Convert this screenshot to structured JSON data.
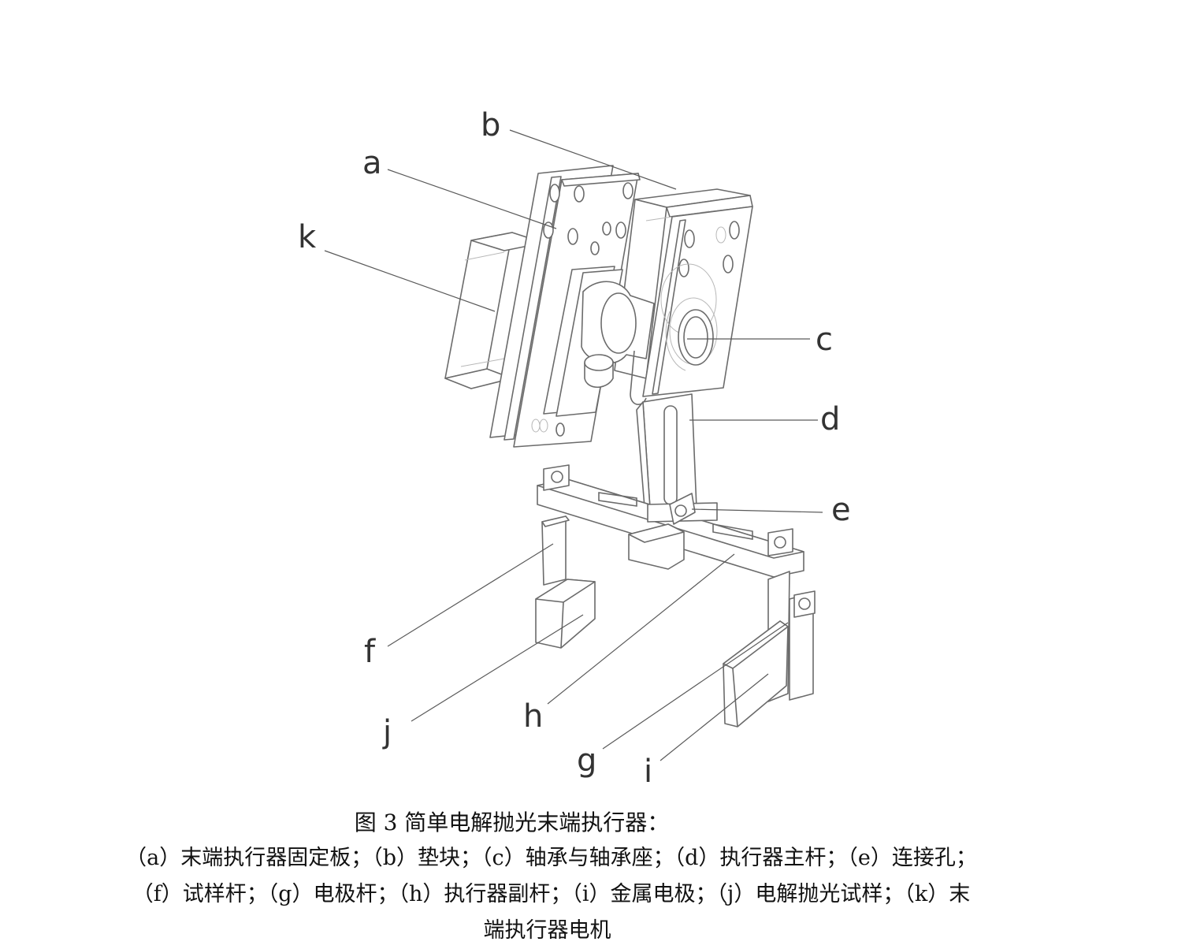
{
  "figure": {
    "labels": {
      "a": "a",
      "b": "b",
      "c": "c",
      "d": "d",
      "e": "e",
      "f": "f",
      "g": "g",
      "h": "h",
      "i": "i",
      "j": "j",
      "k": "k"
    }
  },
  "caption": {
    "title": "图 3  简单电解抛光末端执行器：",
    "line1": "（a）末端执行器固定板；（b）垫块；（c）轴承与轴承座；（d）执行器主杆；（e）连接孔；",
    "line2": "（f）试样杆；（g）电极杆；（h）执行器副杆；（i）金属电极；（j）电解抛光试样；（k）末",
    "line3": "端执行器电机"
  },
  "colors": {
    "line": "#6b6b6b",
    "hidden": "#b8b8b8",
    "text": "#333333"
  }
}
